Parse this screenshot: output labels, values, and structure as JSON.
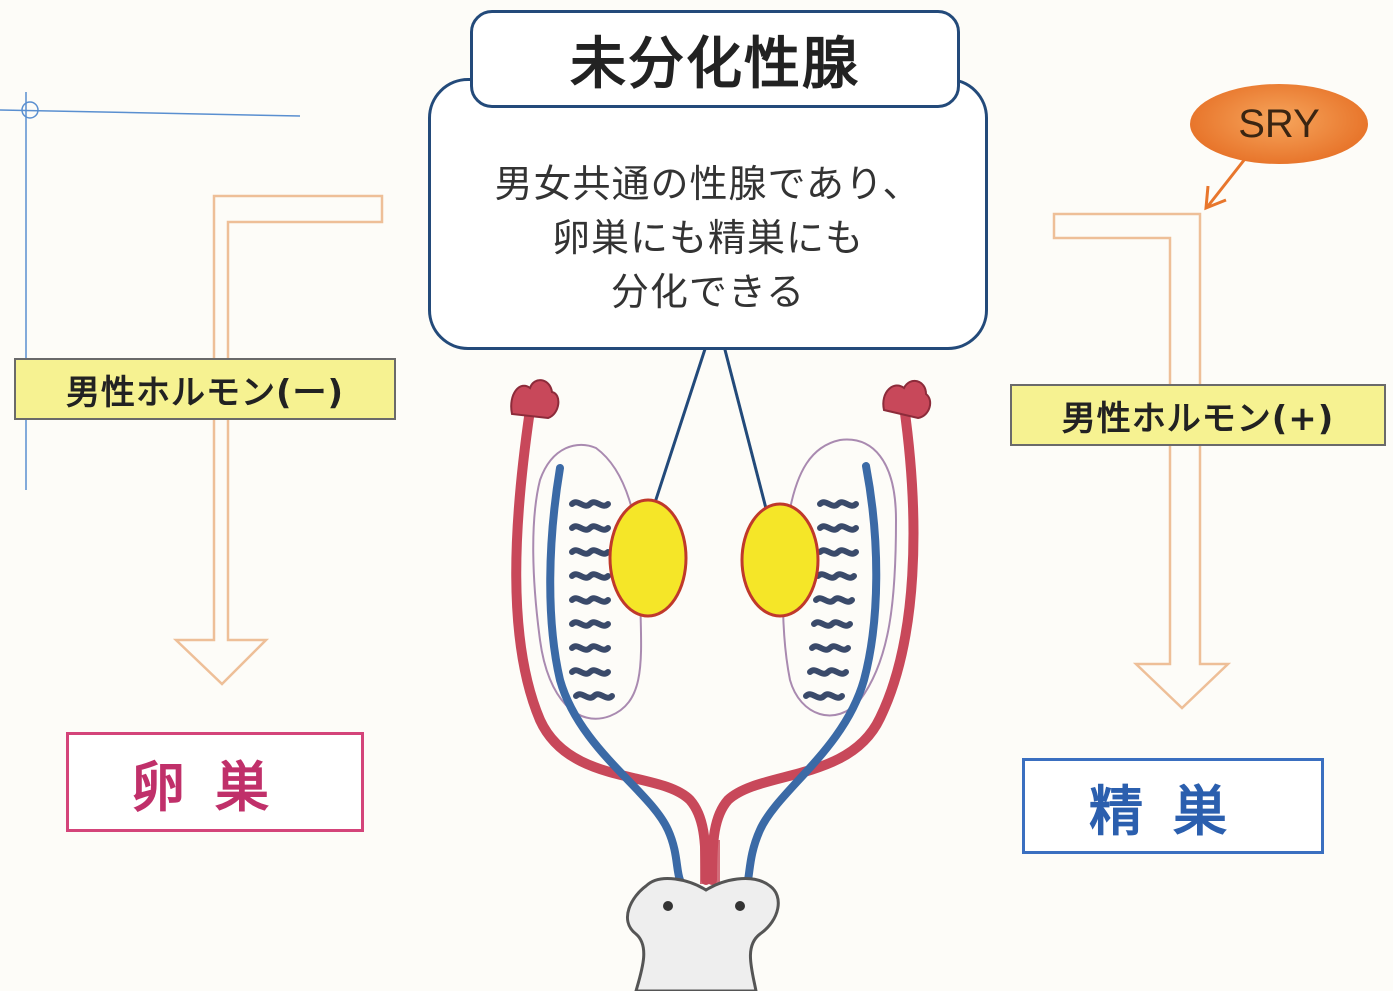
{
  "title": "未分化性腺",
  "description": {
    "lines": [
      "男女共通の性腺であり、",
      "卵巣にも精巣にも",
      "分化できる"
    ]
  },
  "sry_label": "SRY",
  "left_path": {
    "hormone_label": "男性ホルモン(ー)",
    "result_label": "卵巣",
    "frame_color": "#d4447a"
  },
  "right_path": {
    "hormone_label": "男性ホルモン(+)",
    "result_label": "精巣",
    "frame_color": "#3a6fc0"
  },
  "colors": {
    "gonad": "#f5e628",
    "red_duct": "#c8485a",
    "blue_duct": "#3b6aa6",
    "hormone_fill": "#f6f291",
    "sry_fill": "#e8762c",
    "box_border": "#234a7a",
    "arrow": "#f3c9a6"
  }
}
